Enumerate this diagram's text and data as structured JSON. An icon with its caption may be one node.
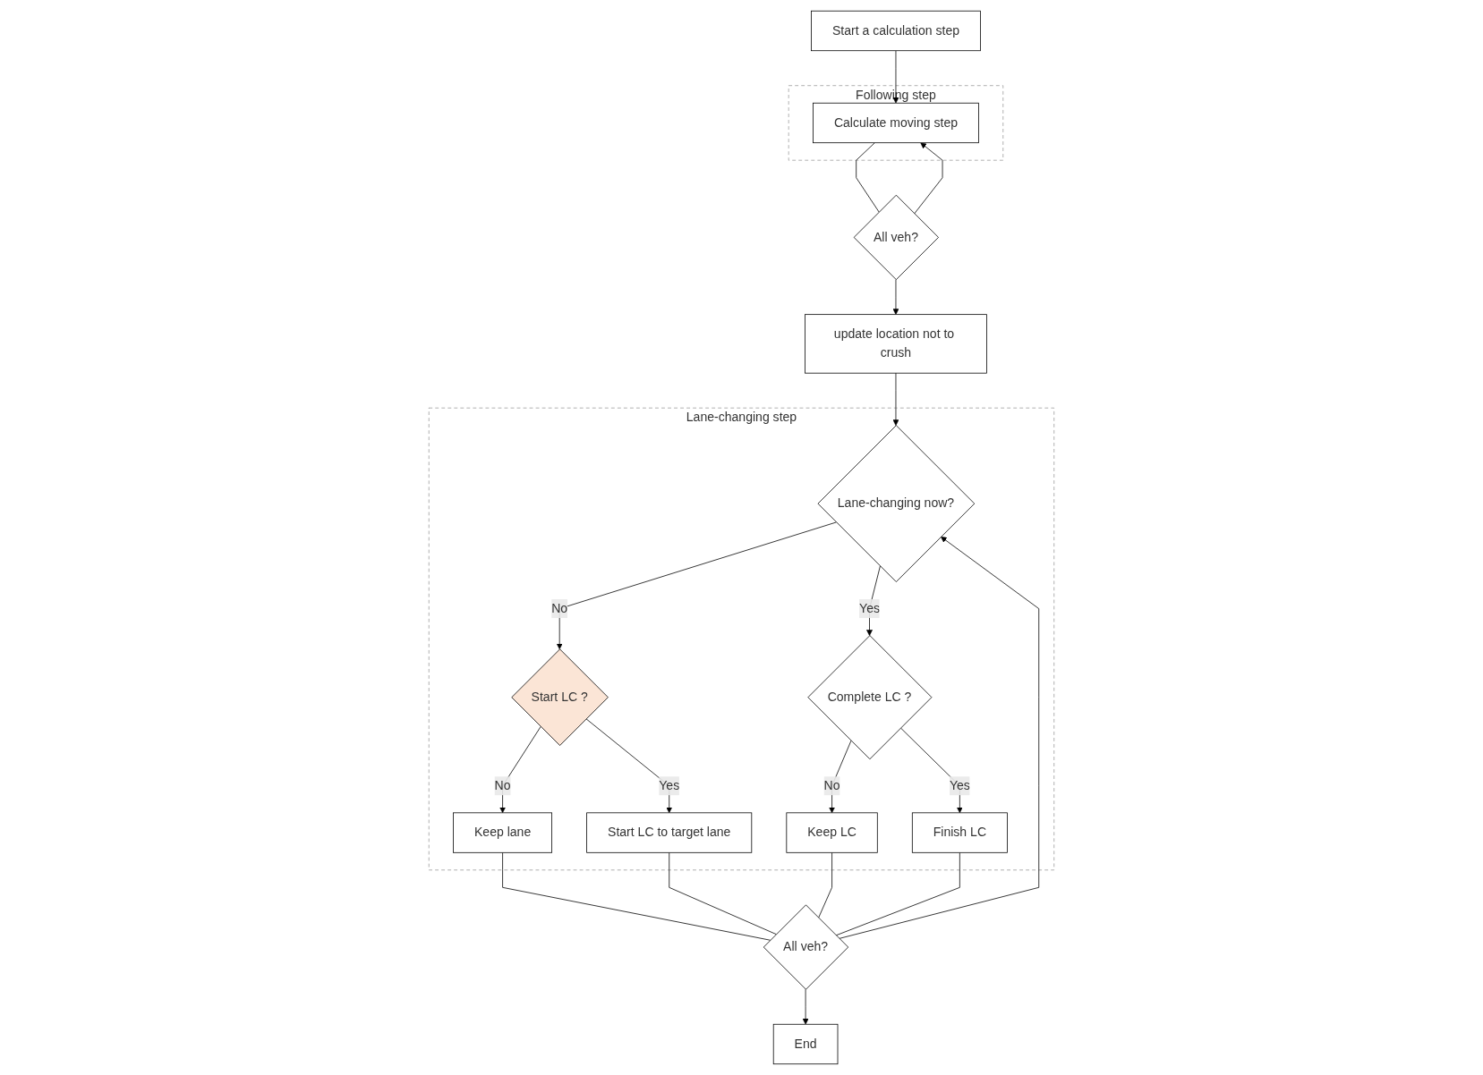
{
  "diagram": {
    "nodes": [
      {
        "text": [
          "Start a calculation step"
        ]
      },
      {
        "text": [
          "Following step"
        ]
      },
      {
        "text": [
          "Calculate moving step"
        ],
        "in": 1
      },
      {
        "text": [
          "All veh?"
        ]
      },
      {
        "text": [
          "update location not to crush"
        ]
      },
      {
        "text": [
          "Lane-changing step"
        ]
      },
      {
        "text": [
          "Lane-changing now?"
        ],
        "in": 5
      },
      {
        "text": [
          "Start LC ?"
        ],
        "in": 5
      },
      {
        "text": [
          "Complete LC ?"
        ],
        "in": 5
      },
      {
        "text": [
          "Keep lane"
        ],
        "in": 5
      },
      {
        "text": [
          "Start LC to target lane"
        ],
        "in": 5
      },
      {
        "text": [
          "Keep LC"
        ],
        "in": 5
      },
      {
        "text": [
          "Finish LC"
        ],
        "in": 5
      },
      {
        "text": [
          "All veh?"
        ]
      },
      {
        "text": [
          "End"
        ]
      }
    ],
    "edges": [
      {
        "from": 0,
        "to": 2,
        "arrow": "to"
      },
      {
        "from": 2,
        "to": 3,
        "arrow": "none"
      },
      {
        "from": 3,
        "to": 2,
        "arrow": "to"
      },
      {
        "from": 3,
        "to": 4,
        "arrow": "to"
      },
      {
        "from": 4,
        "to": 6,
        "arrow": "to"
      },
      {
        "from": 6,
        "to": 7,
        "arrow": "to",
        "label": "No"
      },
      {
        "from": 6,
        "to": 8,
        "arrow": "to",
        "label": "Yes"
      },
      {
        "from": 7,
        "to": 9,
        "arrow": "to",
        "label": "No"
      },
      {
        "from": 7,
        "to": 10,
        "arrow": "to",
        "label": "Yes"
      },
      {
        "from": 8,
        "to": 11,
        "arrow": "to",
        "label": "No"
      },
      {
        "from": 8,
        "to": 12,
        "arrow": "to",
        "label": "Yes"
      },
      {
        "from": 9,
        "to": 13,
        "arrow": "none"
      },
      {
        "from": 10,
        "to": 13,
        "arrow": "none"
      },
      {
        "from": 11,
        "to": 13,
        "arrow": "none"
      },
      {
        "from": 12,
        "to": 13,
        "arrow": "none"
      },
      {
        "from": 13,
        "to": 6,
        "arrow": "to"
      },
      {
        "from": 13,
        "to": 14,
        "arrow": "to"
      }
    ]
  }
}
